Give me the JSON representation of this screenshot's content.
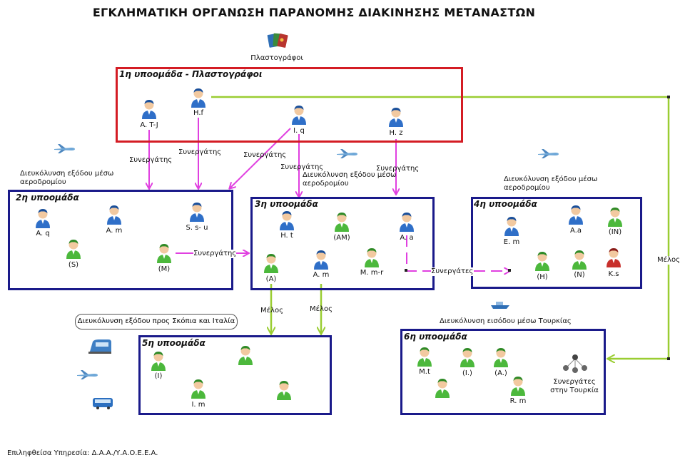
{
  "title": "ΕΓΚΛΗΜΑΤΙΚΗ ΟΡΓΑΝΩΣΗ ΠΑΡΑΝΟΜΗΣ ΔΙΑΚΙΝΗΣΗΣ ΜΕΤΑΝΑΣΤΩΝ",
  "passport_label": "Πλαστογράφοι",
  "groups": {
    "g1": {
      "title": "1η υποομάδα - Πλαστογράφοι",
      "members": [
        "A. T-J",
        "H.f",
        "I. q",
        "H. z"
      ]
    },
    "g2": {
      "title": "2η υποομάδα",
      "members": [
        "A. q",
        "A. m",
        "S. s- u",
        "(S)",
        "(M)"
      ]
    },
    "g3": {
      "title": "3η υποομάδα",
      "members": [
        "H. t",
        "(AM)",
        "A. a",
        "(A)",
        "A. m",
        "M. m-r"
      ]
    },
    "g4": {
      "title": "4η υποομάδα",
      "members": [
        "A.a",
        "(IN)",
        "E. m",
        "(H)",
        "(N)",
        "K.s"
      ]
    },
    "g5": {
      "title": "5η υποομάδα",
      "members": [
        "(I)",
        "I. m"
      ]
    },
    "g6": {
      "title": "6η υποομάδα",
      "members": [
        "M.t",
        "(I.)",
        "(A.)",
        "R. m"
      ]
    }
  },
  "edge_labels": {
    "synergatis": "Συνεργάτης",
    "synergates": "Συνεργάτες",
    "melos": "Μέλος"
  },
  "notes": {
    "airport_g2": "Διευκόλυνση εξόδου μέσω αεροδρομίου",
    "airport_g3": "Διευκόλυνση εξόδου μέσω αεροδρομίου",
    "airport_g4": "Διευκόλυνση εξόδου μέσω αεροδρομίου",
    "skopje_italy": "Διευκόλυνση εξόδου προς Σκόπια και Ιταλία",
    "turkey_entry": "Διευκόλυνση εισόδου μέσω Τουρκίας",
    "turkey_partners": "Συνεργάτες στην Τουρκία"
  },
  "footer": "Επιληφθείσα Υπηρεσία: Δ.Α.Α./Υ.Α.Ο.Ε.Ε.Α.",
  "colors": {
    "red_box": "#d41c24",
    "blue_box": "#1a1a8a",
    "magenta": "#e040e0",
    "green_line": "#9acd32"
  }
}
